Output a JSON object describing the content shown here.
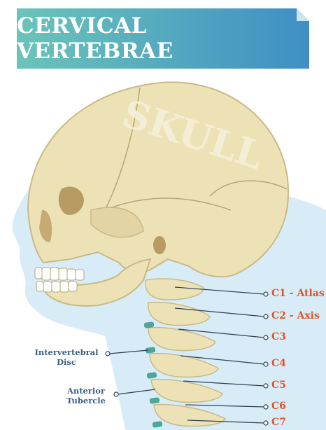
{
  "title": "CERVICAL VERTEBRAE",
  "skull_label": "SKULL",
  "colors": {
    "banner_start": "#6bc4b9",
    "banner_end": "#3f8fc4",
    "bone": "#ede2b6",
    "bone_shadow": "#d7c998",
    "disc": "#4fa59a",
    "right_label": "#e0532a",
    "left_label": "#3a5f86",
    "skin": "#d7ecf6"
  },
  "labels_right": [
    {
      "id": "c1",
      "text": "C1 - Atlas"
    },
    {
      "id": "c2",
      "text": "C2 - Axis"
    },
    {
      "id": "c3",
      "text": "C3"
    },
    {
      "id": "c4",
      "text": "C4"
    },
    {
      "id": "c5",
      "text": "C5"
    },
    {
      "id": "c6",
      "text": "C6"
    },
    {
      "id": "c7",
      "text": "C7"
    }
  ],
  "labels_left": [
    {
      "id": "disc",
      "line1": "Intervertebral",
      "line2": "Disc"
    },
    {
      "id": "tubercle",
      "line1": "Anterior",
      "line2": "Tubercle"
    }
  ]
}
